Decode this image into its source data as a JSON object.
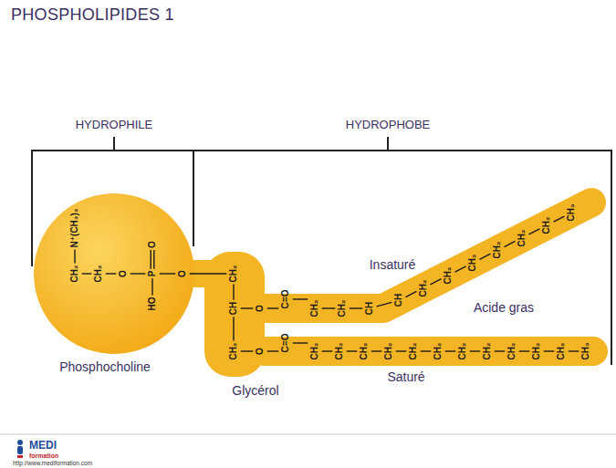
{
  "diagram": {
    "title": "PHOSPHOLIPIDES 1",
    "labels": [
      "HYDROPHILE",
      "HYDROPHOBE",
      "N⁺(CH₃)₃",
      "CH₂",
      "CH₂",
      "O",
      "P",
      "O",
      "HO",
      "O",
      "CH₂",
      "CH",
      "CH₂",
      "O",
      "C=O",
      "CH₂",
      "CH₂",
      "CH",
      "CH",
      "CH₂",
      "CH₂",
      "CH₂",
      "CH₂",
      "CH₂",
      "CH₂",
      "CH₃",
      "O",
      "C=O",
      "CH₂",
      "CH₂",
      "CH₂",
      "CH₂",
      "CH₂",
      "CH₂",
      "CH₂",
      "CH₂",
      "CH₂",
      "CH₂",
      "CH₂",
      "CH₃",
      "Phosphocholine",
      "Glycérol",
      "Insaturé",
      "Acide gras",
      "Saturé",
      "MEDI",
      "formation",
      "http://www.mediformation.com"
    ]
  }
}
